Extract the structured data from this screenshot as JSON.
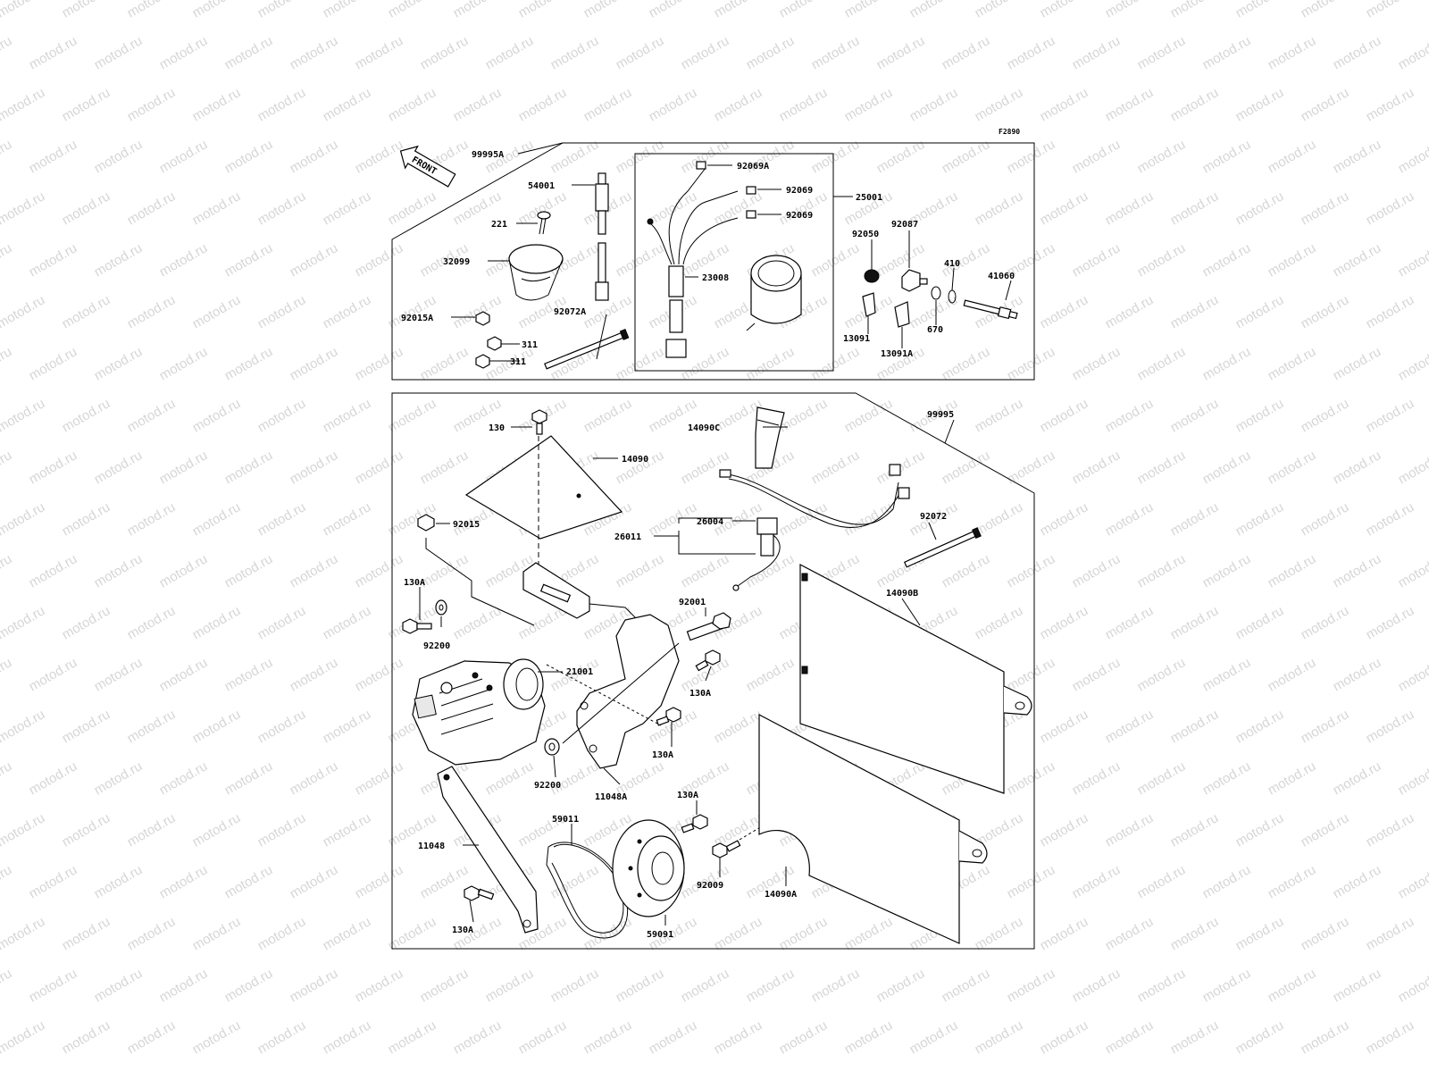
{
  "watermark": "motod.ru",
  "figure_code": "F2890",
  "front_label": "FRONT",
  "parts": [
    {
      "id": "99995A",
      "key": "p99995A"
    },
    {
      "id": "54001"
    },
    {
      "id": "221"
    },
    {
      "id": "32099"
    },
    {
      "id": "92015A"
    },
    {
      "id": "311"
    },
    {
      "id": "92072A"
    },
    {
      "id": "92069A"
    },
    {
      "id": "92069"
    },
    {
      "id": "25001"
    },
    {
      "id": "23008"
    },
    {
      "id": "92050"
    },
    {
      "id": "92087"
    },
    {
      "id": "410"
    },
    {
      "id": "41060"
    },
    {
      "id": "13091"
    },
    {
      "id": "670"
    },
    {
      "id": "13091A"
    },
    {
      "id": "130"
    },
    {
      "id": "14090C"
    },
    {
      "id": "99995"
    },
    {
      "id": "14090"
    },
    {
      "id": "92015"
    },
    {
      "id": "26004"
    },
    {
      "id": "26011"
    },
    {
      "id": "92072"
    },
    {
      "id": "130A"
    },
    {
      "id": "14090B"
    },
    {
      "id": "92001"
    },
    {
      "id": "92200"
    },
    {
      "id": "21001"
    },
    {
      "id": "11048A"
    },
    {
      "id": "59011"
    },
    {
      "id": "11048"
    },
    {
      "id": "92009"
    },
    {
      "id": "14090A"
    },
    {
      "id": "59091"
    }
  ],
  "labels": {
    "l99995A": "99995A",
    "l54001": "54001",
    "l221": "221",
    "l32099": "32099",
    "l92015A": "92015A",
    "l311a": "311",
    "l311b": "311",
    "l92072A": "92072A",
    "l92069A": "92069A",
    "l92069a": "92069",
    "l92069b": "92069",
    "l25001": "25001",
    "l23008": "23008",
    "l92050": "92050",
    "l92087": "92087",
    "l410": "410",
    "l41060": "41060",
    "l13091": "13091",
    "l670": "670",
    "l13091A": "13091A",
    "l130": "130",
    "l14090C": "14090C",
    "l99995": "99995",
    "l14090": "14090",
    "l92015": "92015",
    "l26004": "26004",
    "l26011": "26011",
    "l92072": "92072",
    "l130A_1": "130A",
    "l92200_1": "92200",
    "l14090B": "14090B",
    "l92001": "92001",
    "l130A_2": "130A",
    "l21001": "21001",
    "l130A_3": "130A",
    "l92200_2": "92200",
    "l11048A": "11048A",
    "l130A_4": "130A",
    "l59011": "59011",
    "l11048": "11048",
    "l92009": "92009",
    "l14090A": "14090A",
    "l130A_5": "130A",
    "l59091": "59091"
  }
}
